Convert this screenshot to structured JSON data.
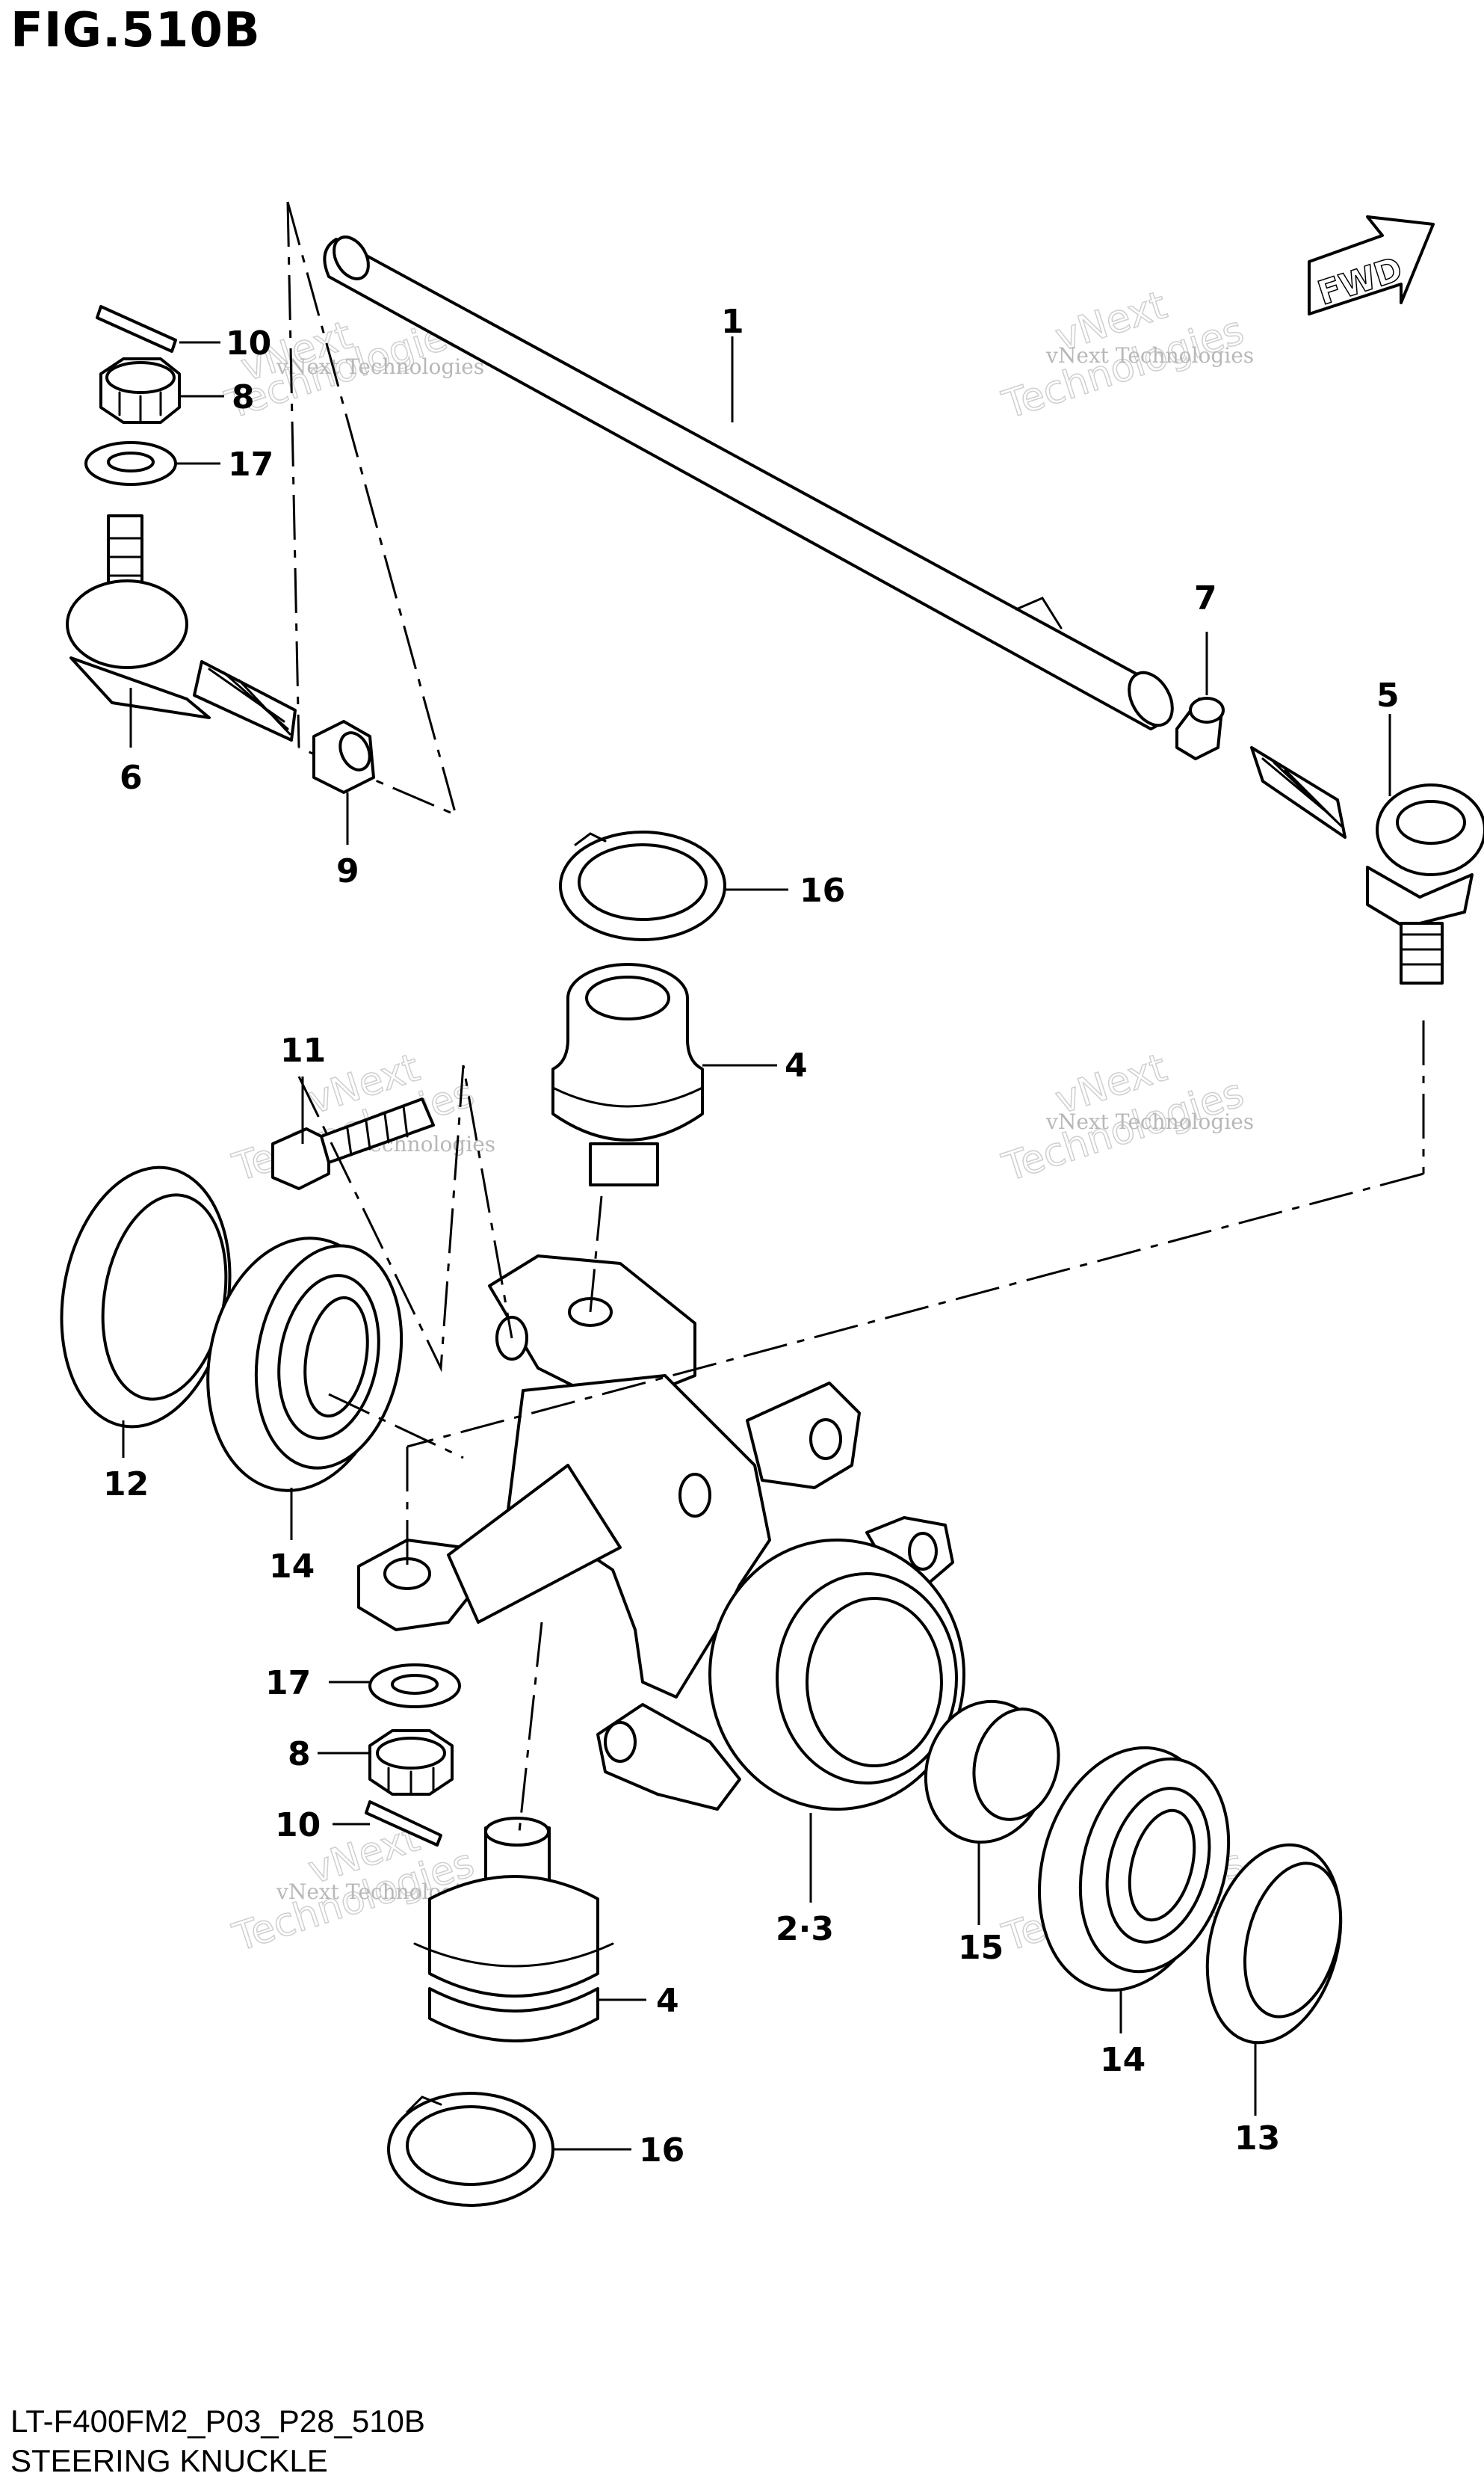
{
  "figure": {
    "title": "FIG.510B",
    "model_code": "LT-F400FM2_P03_P28_510B",
    "caption": "STEERING KNUCKLE",
    "fwd_label": "FWD"
  },
  "watermark": {
    "small": "vNext Technologies",
    "large_line1": "vNext",
    "large_line2": "Technologies"
  },
  "callouts": [
    {
      "id": "c1",
      "label": "1"
    },
    {
      "id": "c5",
      "label": "5"
    },
    {
      "id": "c7",
      "label": "7"
    },
    {
      "id": "c10a",
      "label": "10"
    },
    {
      "id": "c8a",
      "label": "8"
    },
    {
      "id": "c17a",
      "label": "17"
    },
    {
      "id": "c6",
      "label": "6"
    },
    {
      "id": "c9",
      "label": "9"
    },
    {
      "id": "c16a",
      "label": "16"
    },
    {
      "id": "c4a",
      "label": "4"
    },
    {
      "id": "c11",
      "label": "11"
    },
    {
      "id": "c12",
      "label": "12"
    },
    {
      "id": "c14a",
      "label": "14"
    },
    {
      "id": "c17b",
      "label": "17"
    },
    {
      "id": "c8b",
      "label": "8"
    },
    {
      "id": "c10b",
      "label": "10"
    },
    {
      "id": "c23",
      "label": "2·3"
    },
    {
      "id": "c15",
      "label": "15"
    },
    {
      "id": "c14b",
      "label": "14"
    },
    {
      "id": "c13",
      "label": "13"
    },
    {
      "id": "c4b",
      "label": "4"
    },
    {
      "id": "c16b",
      "label": "16"
    }
  ],
  "icons": [
    "fwd-arrow-icon"
  ]
}
